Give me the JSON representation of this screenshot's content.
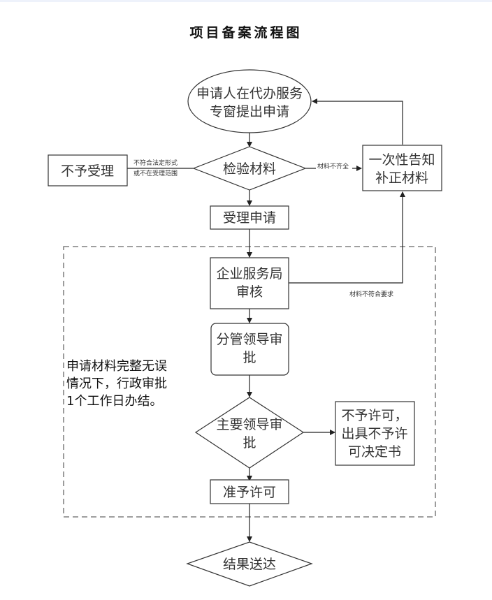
{
  "title": "项目备案流程图",
  "nodes": {
    "start": [
      "申请人在代办服务",
      "专窗提出申请"
    ],
    "check": "检验材料",
    "reject": "不予受理",
    "supplement": [
      "一次性告知",
      "补正材料"
    ],
    "accept": "受理申请",
    "bureau_review": [
      "企业服务局",
      "审核"
    ],
    "deputy_approve": [
      "分管领导审",
      "批"
    ],
    "chief_approve": [
      "主要领导审",
      "批"
    ],
    "deny": [
      "不予许可，",
      "出具不予许",
      "可决定书"
    ],
    "grant": "准予许可",
    "deliver": "结果送达"
  },
  "edge_labels": {
    "reject_line1": "不符合法定形式",
    "reject_line2": "或不在受理范围",
    "incomplete": "材料不齐全",
    "not_meet": "材料不符合要求"
  },
  "note": [
    "申请材料完整无误",
    "情况下，行政审批",
    "1个工作日办结。"
  ]
}
